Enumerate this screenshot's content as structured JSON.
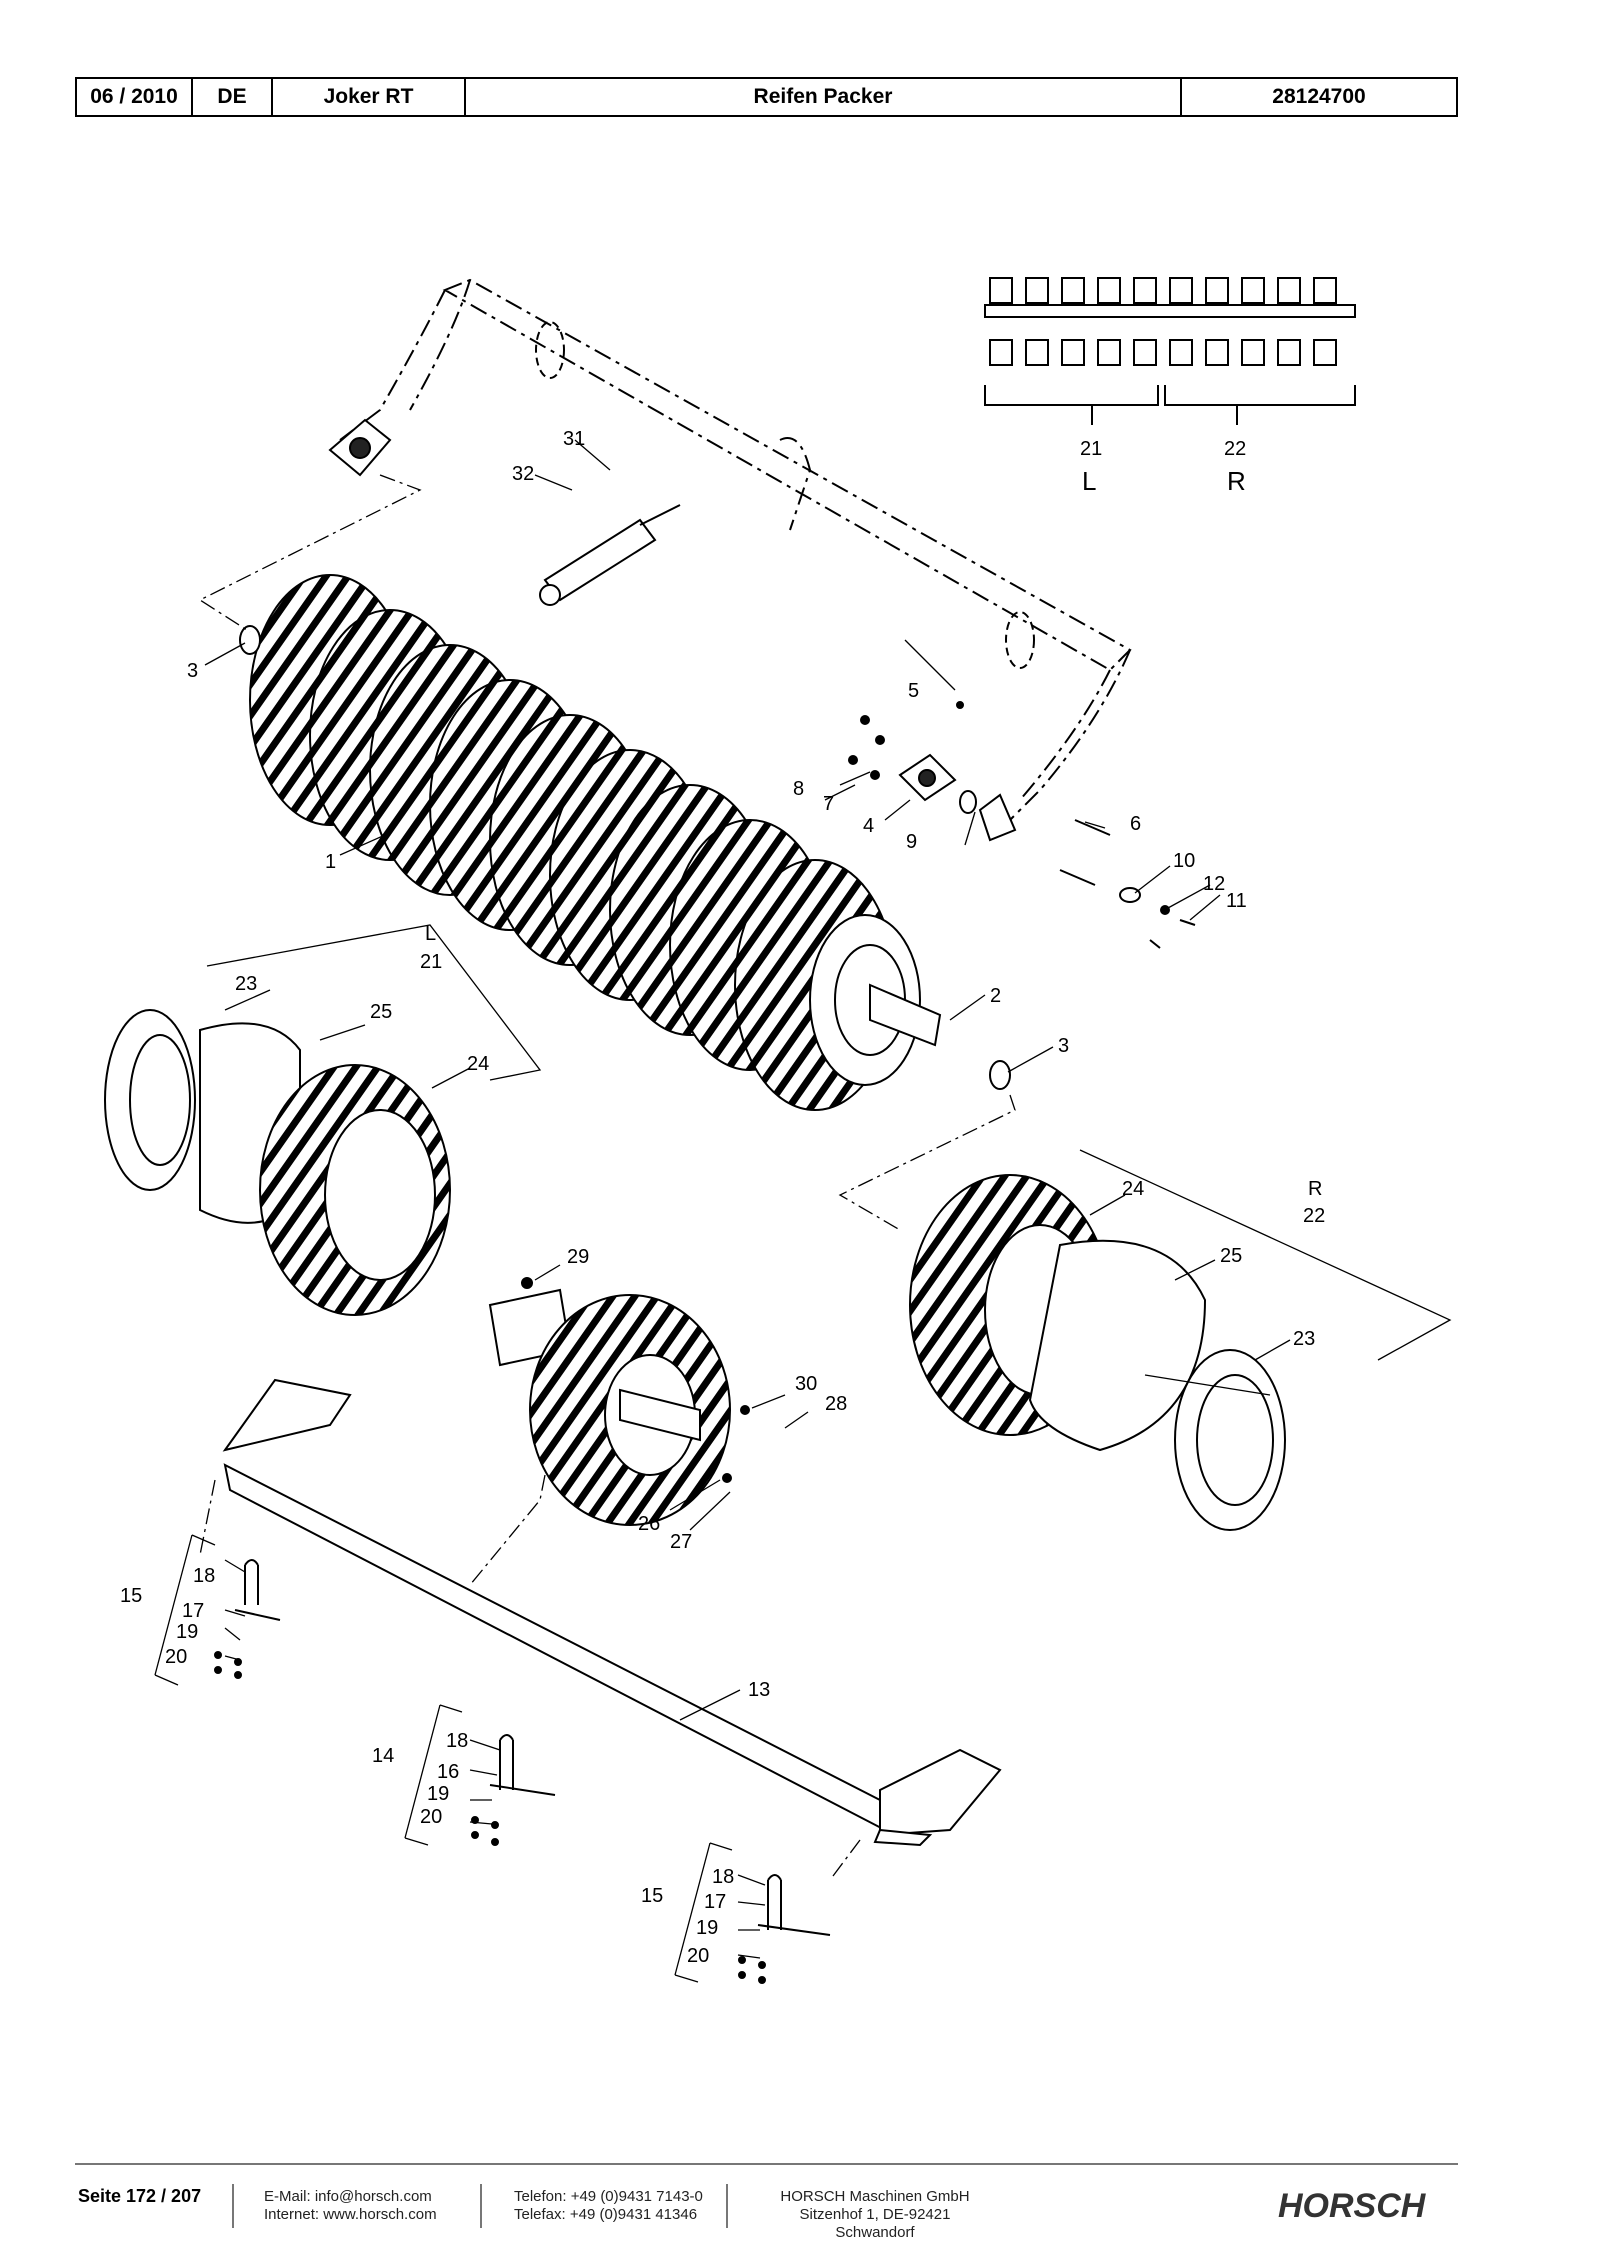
{
  "header": {
    "date": "06 / 2010",
    "lang": "DE",
    "model": "Joker RT",
    "title": "Reifen Packer",
    "doc_no": "28124700"
  },
  "callouts": {
    "n1": "1",
    "n2": "2",
    "n3a": "3",
    "n3b": "3",
    "n4": "4",
    "n5": "5",
    "n6": "6",
    "n7": "7",
    "n8": "8",
    "n9": "9",
    "n10": "10",
    "n11": "11",
    "n12": "12",
    "n13": "13",
    "n14": "14",
    "n15a": "15",
    "n15b": "15",
    "n16": "16",
    "n17a": "17",
    "n17b": "17",
    "n18a": "18",
    "n18b": "18",
    "n18c": "18",
    "n19a": "19",
    "n19b": "19",
    "n19c": "19",
    "n20a": "20",
    "n20b": "20",
    "n20c": "20",
    "n21a": "21",
    "n21b": "21",
    "n22a": "22",
    "n22b": "22",
    "n23a": "23",
    "n23b": "23",
    "n24a": "24",
    "n24b": "24",
    "n25a": "25",
    "n25b": "25",
    "n26": "26",
    "n27": "27",
    "n28": "28",
    "n29": "29",
    "n30": "30",
    "n31": "31",
    "n32": "32",
    "L_top": "L",
    "R_top": "R",
    "L_left": "L",
    "R_right": "R"
  },
  "footer": {
    "page": "Seite 172 / 207",
    "email": "E-Mail: info@horsch.com",
    "internet": "Internet: www.horsch.com",
    "phone": "Telefon: +49 (0)9431 7143-0",
    "fax": "Telefax: +49 (0)9431 41346",
    "company": "HORSCH Maschinen GmbH",
    "address": "Sitzenhof 1, DE-92421 Schwandorf",
    "logo_text": "HORSCH"
  }
}
